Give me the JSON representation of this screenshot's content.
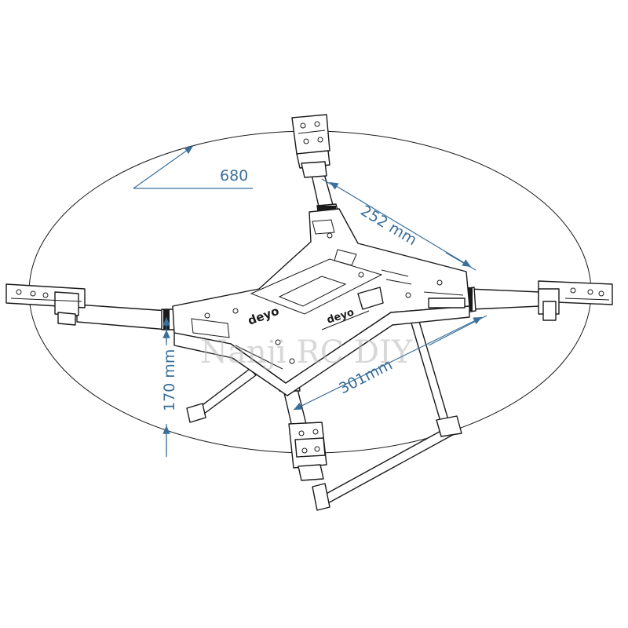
{
  "dimensions": {
    "diagonal": "680",
    "arm_front": "252 mm",
    "arm_side": "301mm",
    "height": "170 mm"
  },
  "frame_text": {
    "logo_a": "deyo",
    "logo_b": "deyo"
  },
  "watermark": "Nanji RC DIY",
  "colors": {
    "dimension": "#3a6f9a",
    "line": "#1a1a1a",
    "watermark": "#b9b9b9"
  }
}
